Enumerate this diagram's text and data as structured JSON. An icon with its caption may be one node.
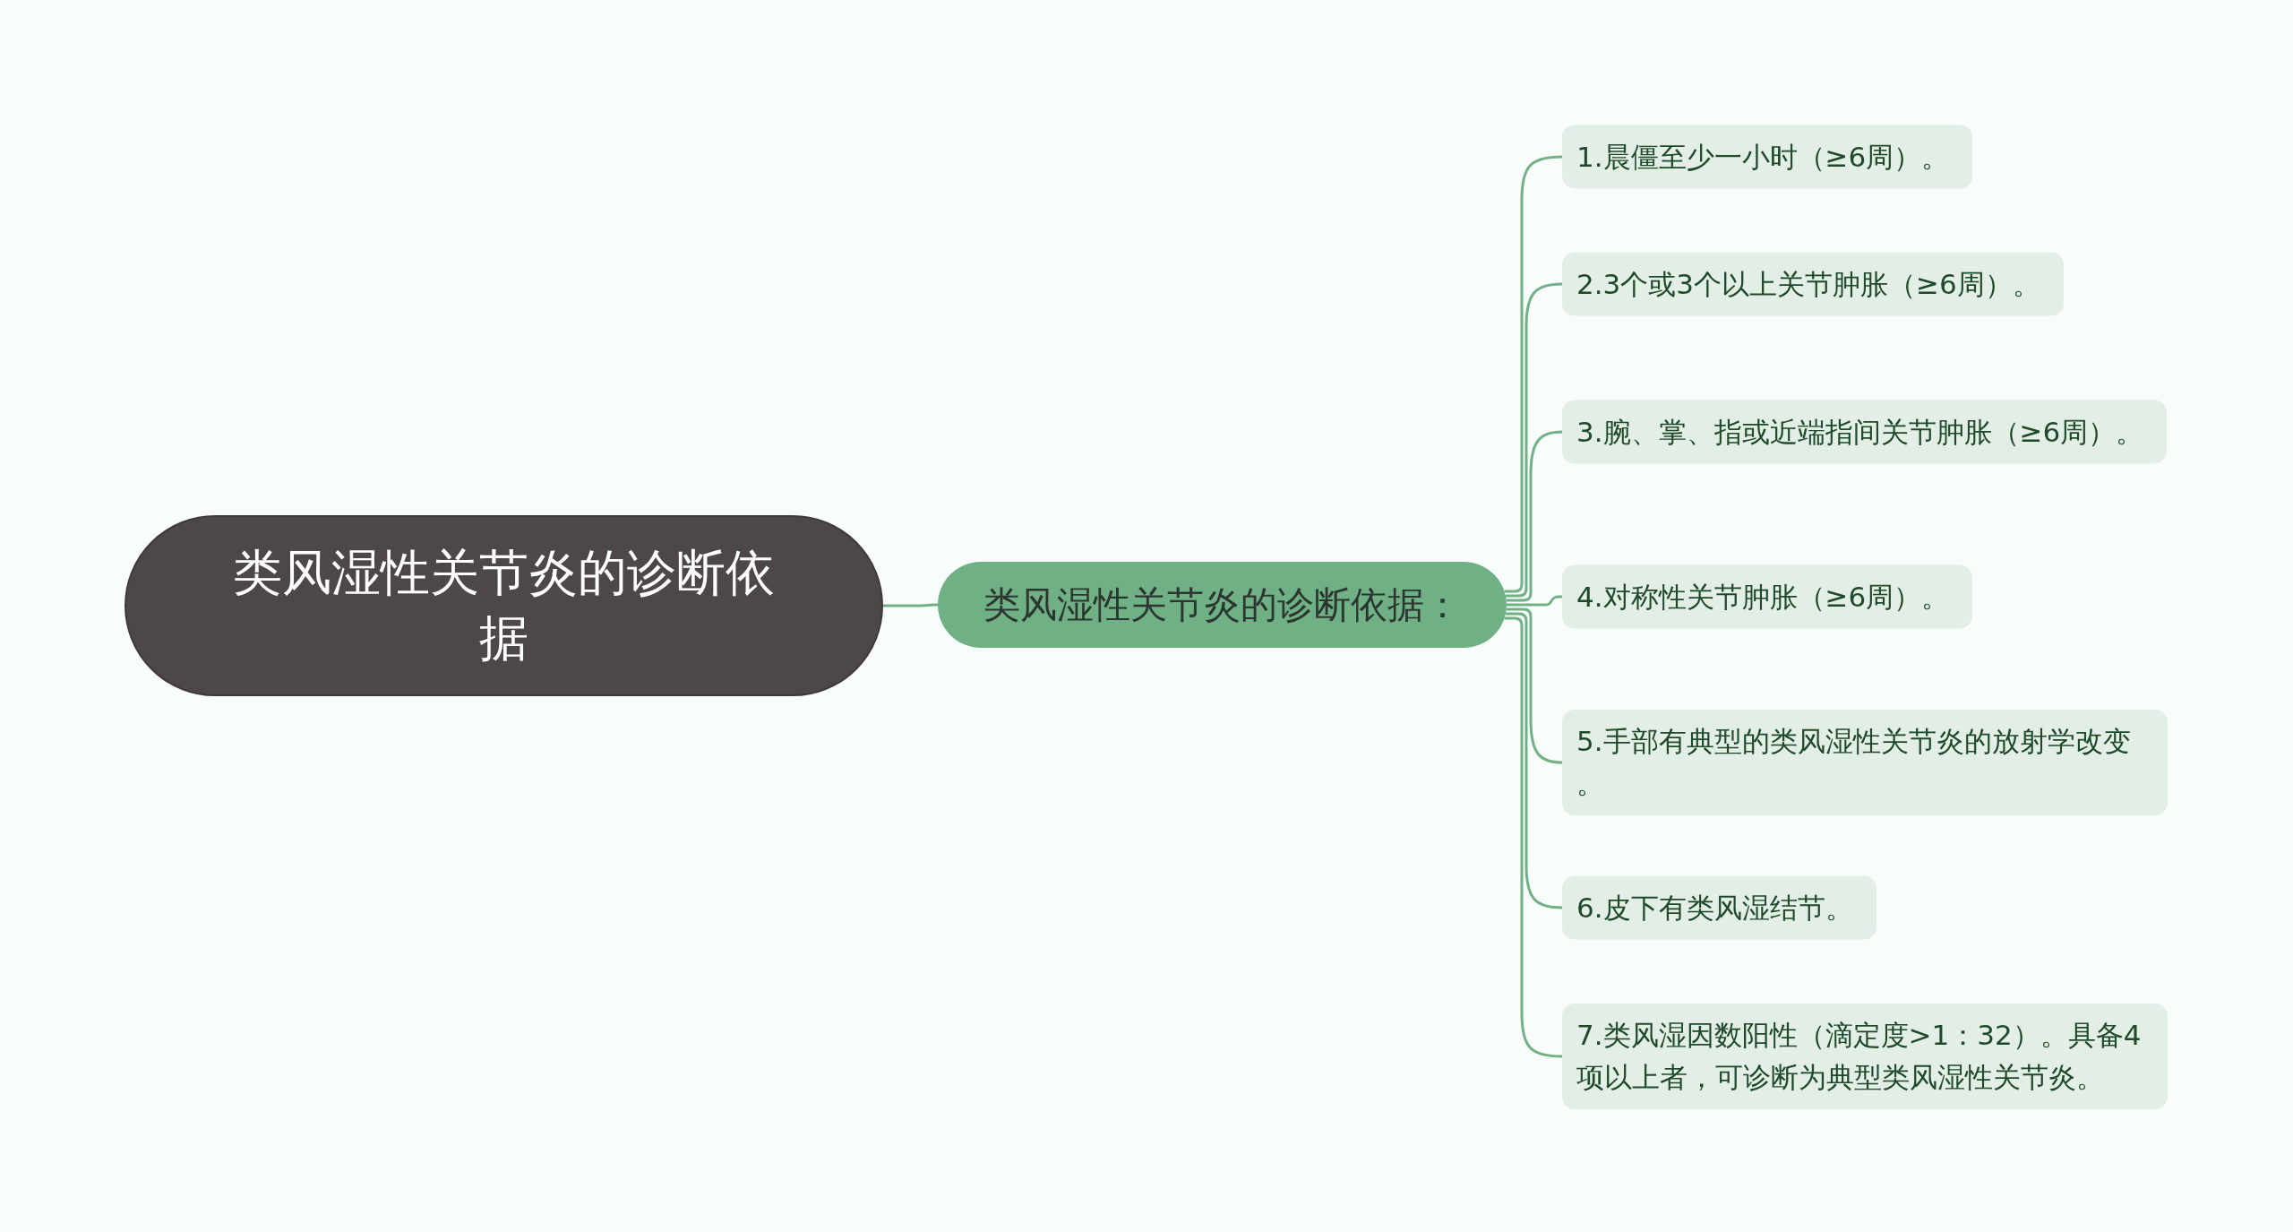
{
  "diagram": {
    "nodes": [
      {
        "text": [
          "类风湿性关节炎的诊断依据"
        ]
      },
      {
        "text": [
          "类风湿性关节炎的诊断依据："
        ]
      },
      {
        "text": [
          "1.晨僵至少一小时（≥6周）。"
        ]
      },
      {
        "text": [
          "2.3个或3个以上关节肿胀（≥6周）。"
        ]
      },
      {
        "text": [
          "3.腕、掌、指或近端指间关节肿胀（≥6周）。"
        ]
      },
      {
        "text": [
          "4.对称性关节肿胀（≥6周）。"
        ]
      },
      {
        "text": [
          "5.手部有典型的类风湿性关节炎的放射学改变。"
        ]
      },
      {
        "text": [
          "6.皮下有类风湿结节。"
        ]
      },
      {
        "text": [
          "7.类风湿因数阳性（滴定度>1：32）。具备4项以上者，可诊断为典型类风湿性关节炎。"
        ]
      }
    ],
    "edges": [
      {
        "from": 0,
        "to": 1,
        "arrow": "none"
      },
      {
        "from": 1,
        "to": 2,
        "arrow": "none"
      },
      {
        "from": 1,
        "to": 3,
        "arrow": "none"
      },
      {
        "from": 1,
        "to": 4,
        "arrow": "none"
      },
      {
        "from": 1,
        "to": 5,
        "arrow": "none"
      },
      {
        "from": 1,
        "to": 6,
        "arrow": "none"
      },
      {
        "from": 1,
        "to": 7,
        "arrow": "none"
      },
      {
        "from": 1,
        "to": 8,
        "arrow": "none"
      }
    ]
  }
}
